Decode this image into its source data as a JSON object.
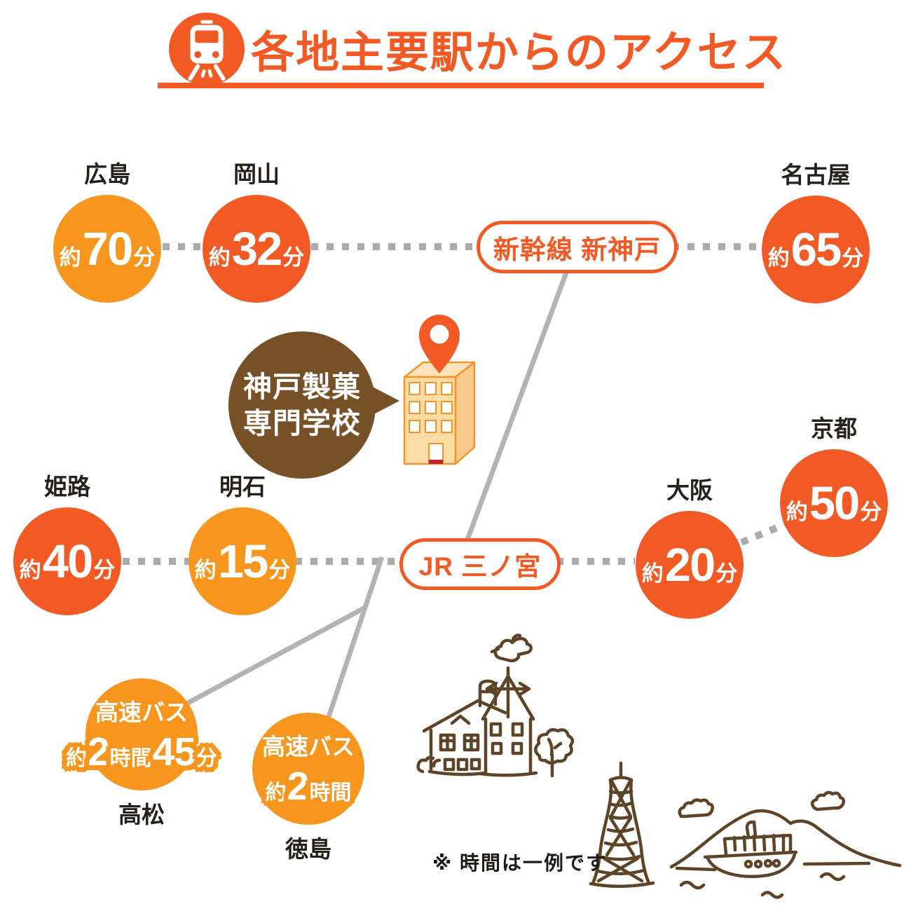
{
  "header": {
    "title": "各地主要駅からのアクセス",
    "icon": "train-icon"
  },
  "pills": {
    "shinkobe": {
      "label": "新幹線 新神戸"
    },
    "sannomiya": {
      "label": "JR 三ノ宮"
    }
  },
  "school": {
    "name_line1": "神戸製菓",
    "name_line2": "専門学校",
    "marker_icon": "map-pin-icon"
  },
  "stations": [
    {
      "name": "広島",
      "approx": "約",
      "value": "70",
      "unit": "分",
      "color": "#F6961E"
    },
    {
      "name": "岡山",
      "approx": "約",
      "value": "32",
      "unit": "分",
      "color": "#F15A24"
    },
    {
      "name": "名古屋",
      "approx": "約",
      "value": "65",
      "unit": "分",
      "color": "#F15A24"
    },
    {
      "name": "姫路",
      "approx": "約",
      "value": "40",
      "unit": "分",
      "color": "#F15A24"
    },
    {
      "name": "明石",
      "approx": "約",
      "value": "15",
      "unit": "分",
      "color": "#F6961E"
    },
    {
      "name": "大阪",
      "approx": "約",
      "value": "20",
      "unit": "分",
      "color": "#F15A24"
    },
    {
      "name": "京都",
      "approx": "約",
      "value": "50",
      "unit": "分",
      "color": "#F15A24"
    },
    {
      "name": "高松",
      "bus": "高速バス",
      "approx": "約",
      "value": "2",
      "unit": "時間",
      "value2": "45",
      "unit2": "分",
      "color": "#F6961E"
    },
    {
      "name": "徳島",
      "bus": "高速バス",
      "approx": "約",
      "value": "2",
      "unit": "時間",
      "color": "#F6961E"
    }
  ],
  "footnote": "※ 時間は一例です",
  "icons": {
    "header": "train-icon",
    "location": "map-pin-icon",
    "sketches": [
      "weathercock-house",
      "kobe-port-tower",
      "harbor-ship-scene"
    ]
  },
  "colors": {
    "accent_red_orange": "#F15A24",
    "accent_orange": "#F6961E",
    "bubble_brown": "#765026",
    "sketch_brown": "#5D4428",
    "solid_line_gray": "#B3B3B3",
    "dotted_line_gray": "#ABABAB",
    "label_dark": "#26201A",
    "building_fill": "#FCDCA4",
    "background": "#FFFFFF"
  }
}
